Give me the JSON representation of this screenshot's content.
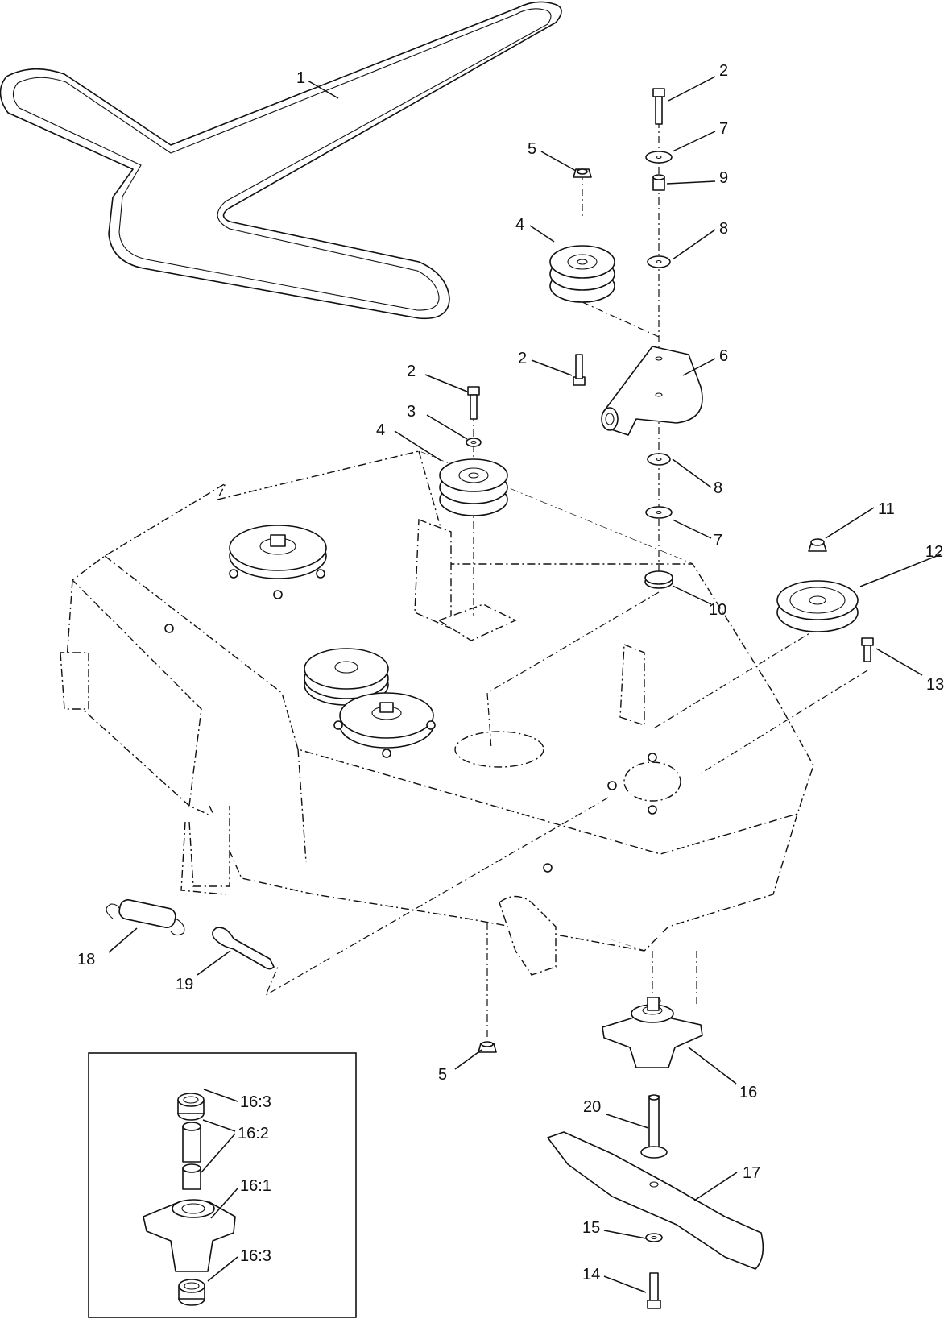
{
  "diagram": {
    "callouts": [
      {
        "id": "c1",
        "text": "1"
      },
      {
        "id": "c2a",
        "text": "2"
      },
      {
        "id": "c7a",
        "text": "7"
      },
      {
        "id": "c5a",
        "text": "5"
      },
      {
        "id": "c9",
        "text": "9"
      },
      {
        "id": "c4a",
        "text": "4"
      },
      {
        "id": "c8a",
        "text": "8"
      },
      {
        "id": "c2b",
        "text": "2"
      },
      {
        "id": "c6",
        "text": "6"
      },
      {
        "id": "c2c",
        "text": "2"
      },
      {
        "id": "c3",
        "text": "3"
      },
      {
        "id": "c4b",
        "text": "4"
      },
      {
        "id": "c8b",
        "text": "8"
      },
      {
        "id": "c11",
        "text": "11"
      },
      {
        "id": "c7b",
        "text": "7"
      },
      {
        "id": "c12",
        "text": "12"
      },
      {
        "id": "c10",
        "text": "10"
      },
      {
        "id": "c13",
        "text": "13"
      },
      {
        "id": "c18",
        "text": "18"
      },
      {
        "id": "c19",
        "text": "19"
      },
      {
        "id": "c5b",
        "text": "5"
      },
      {
        "id": "c16",
        "text": "16"
      },
      {
        "id": "c20",
        "text": "20"
      },
      {
        "id": "c17",
        "text": "17"
      },
      {
        "id": "c15",
        "text": "15"
      },
      {
        "id": "c14",
        "text": "14"
      },
      {
        "id": "c16_3a",
        "text": "16:3"
      },
      {
        "id": "c16_2",
        "text": "16:2"
      },
      {
        "id": "c16_1",
        "text": "16:1"
      },
      {
        "id": "c16_3b",
        "text": "16:3"
      }
    ]
  }
}
